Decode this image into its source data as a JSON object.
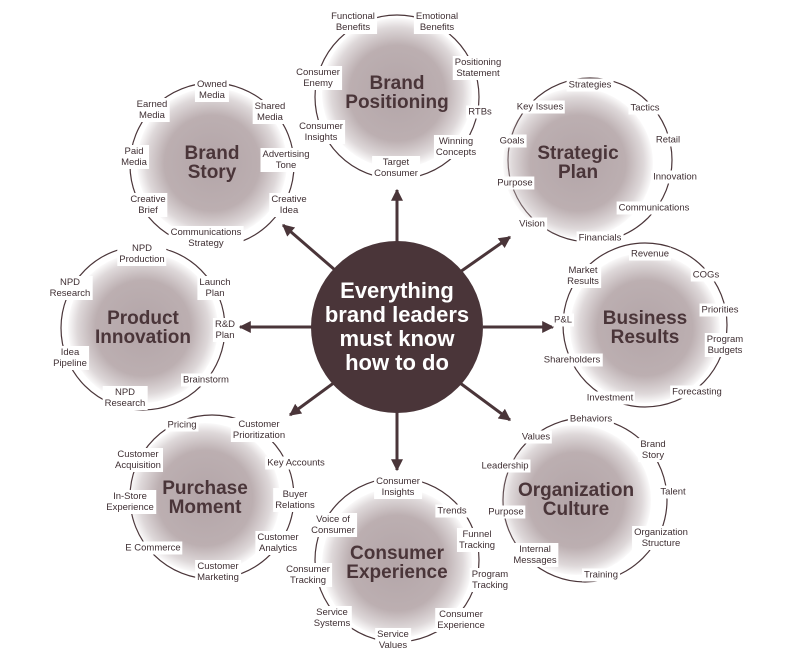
{
  "center": {
    "title": "Everything\nbrand leaders\nmust know\nhow to do"
  },
  "colors": {
    "primary": "#4a3539",
    "halo": "#b3a5a8"
  },
  "hubs": [
    {
      "title": "Brand\nPositioning",
      "items": [
        "Functional\nBenefits",
        "Emotional\nBenefits",
        "Positioning\nStatement",
        "RTBs",
        "Winning\nConcepts",
        "Target\nConsumer",
        "Consumer\nInsights",
        "Consumer\nEnemy"
      ]
    },
    {
      "title": "Brand\nStory",
      "items": [
        "Owned\nMedia",
        "Shared\nMedia",
        "Advertising\nTone",
        "Creative\nIdea",
        "Communications\nStrategy",
        "Creative\nBrief",
        "Paid\nMedia",
        "Earned\nMedia"
      ]
    },
    {
      "title": "Strategic\nPlan",
      "items": [
        "Strategies",
        "Tactics",
        "Retail",
        "Innovation",
        "Communications",
        "Financials",
        "Vision",
        "Purpose",
        "Goals",
        "Key Issues"
      ]
    },
    {
      "title": "Product\nInnovation",
      "items": [
        "NPD\nProduction",
        "Launch\nPlan",
        "R&D\nPlan",
        "Brainstorm",
        "NPD\nResearch",
        "Idea\nPipeline",
        "NPD\nResearch"
      ]
    },
    {
      "title": "Business\nResults",
      "items": [
        "Revenue",
        "COGs",
        "Priorities",
        "Program\nBudgets",
        "Forecasting",
        "Investment",
        "Shareholders",
        "P&L",
        "Market\nResults"
      ]
    },
    {
      "title": "Purchase\nMoment",
      "items": [
        "Pricing",
        "Customer\nPrioritization",
        "Key Accounts",
        "Buyer\nRelations",
        "Customer\nAnalytics",
        "Customer\nMarketing",
        "E Commerce",
        "In-Store\nExperience",
        "Customer\nAcquisition"
      ]
    },
    {
      "title": "Consumer\nExperience",
      "items": [
        "Consumer\nInsights",
        "Trends",
        "Funnel\nTracking",
        "Program\nTracking",
        "Consumer\nExperience",
        "Service\nValues",
        "Service\nSystems",
        "Consumer\nTracking",
        "Voice of\nConsumer"
      ]
    },
    {
      "title": "Organization\nCulture",
      "items": [
        "Behaviors",
        "Brand\nStory",
        "Talent",
        "Organization\nStructure",
        "Training",
        "Internal\nMessages",
        "Purpose",
        "Leadership",
        "Values"
      ]
    }
  ]
}
